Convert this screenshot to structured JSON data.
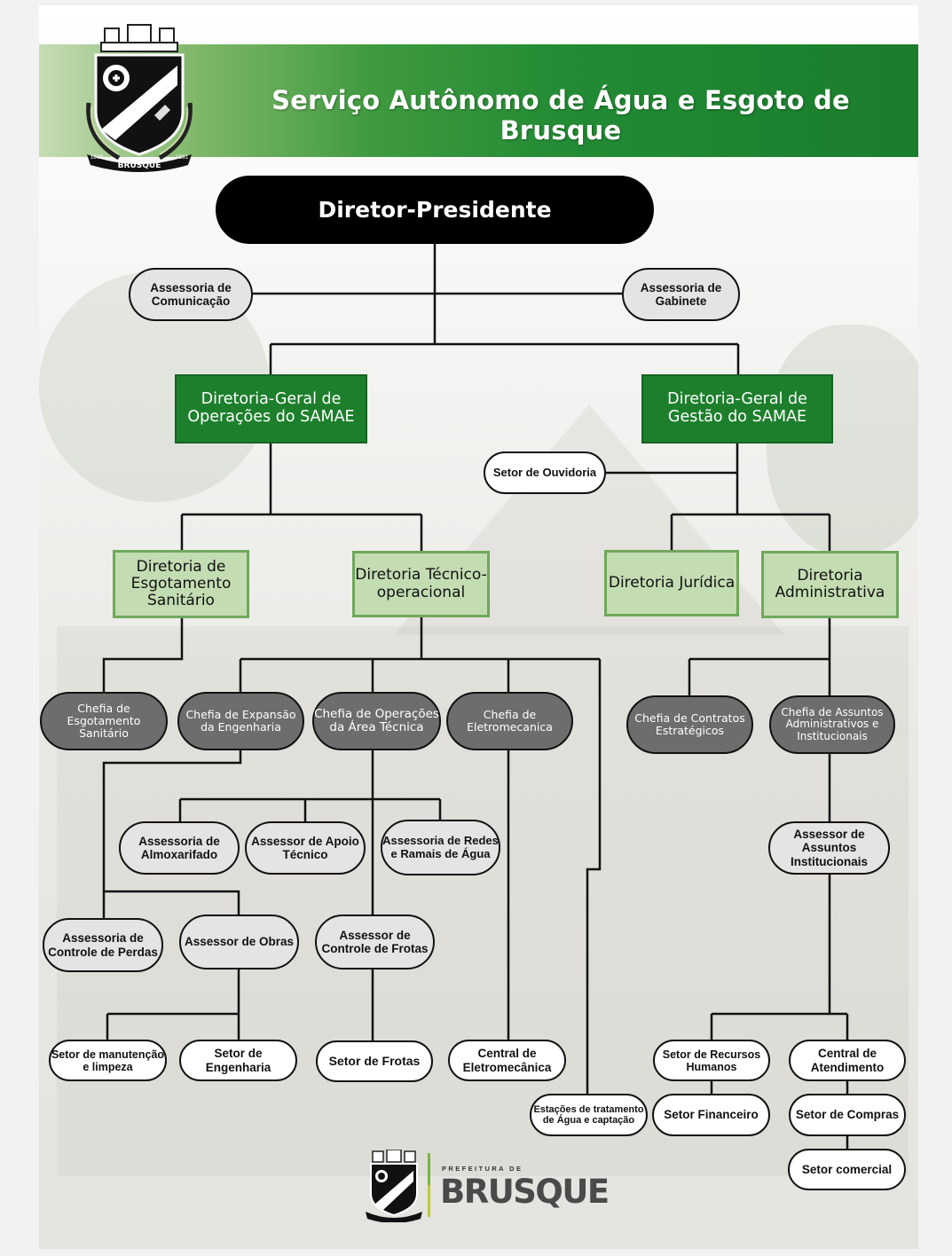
{
  "header": {
    "title": "Serviço Autônomo de Água e Esgoto de Brusque",
    "crest_text": "BRUSQUE",
    "crest_year_left": "1860",
    "crest_year_right": "1881"
  },
  "colors": {
    "header_green": "#1a7d2c",
    "director_green": "#1d7f2c",
    "diretoria_green_light": "#c3dcb2",
    "chefia_gray": "#6d6d6d",
    "assessor_gray": "#e4e4e4"
  },
  "org": {
    "president": "Diretor-Presidente",
    "assess_comunicacao": "Assessoria de Comunicação",
    "assess_gabinete": "Assessoria de Gabinete",
    "dg_operacoes": "Diretoria-Geral de Operações do SAMAE",
    "dg_gestao": "Diretoria-Geral de Gestão do SAMAE",
    "setor_ouvidoria": "Setor de Ouvidoria",
    "dir_esgotamento": "Diretoria de Esgotamento Sanitário",
    "dir_tecnico": "Diretoria Técnico-operacional",
    "dir_juridica": "Diretoria Jurídica",
    "dir_administrativa": "Diretoria Administrativa",
    "chefia_esgotamento": "Chefia de Esgotamento Sanitário",
    "chefia_expansao": "Chefia de Expansão da Engenharia",
    "chefia_operacoes": "Chefia de Operações da Área Técnica",
    "chefia_eletromecanica": "Chefia de Eletromecanica",
    "chefia_contratos": "Chefia de Contratos Estratégicos",
    "chefia_assuntos": "Chefia de Assuntos Administrativos e Institucionais",
    "assess_almoxarifado": "Assessoria de Almoxarifado",
    "assessor_apoio": "Assessor de Apoio Técnico",
    "assess_redes": "Assessoria de Redes e Ramais de Água",
    "assessor_institucionais": "Assessor de Assuntos Institucionais",
    "assess_perdas": "Assessoria de Controle de Perdas",
    "assessor_obras": "Assessor de Obras",
    "assessor_frotas": "Assessor de Controle de Frotas",
    "setor_manutencao": "Setor de manutenção e limpeza",
    "setor_engenharia": "Setor de Engenharia",
    "setor_frotas": "Setor de Frotas",
    "central_eletromecanica": "Central de Eletromecânica",
    "estacoes": "Estações de tratamento de Água e captação",
    "setor_rh": "Setor de Recursos Humanos",
    "setor_financeiro": "Setor Financeiro",
    "central_atendimento": "Central de Atendimento",
    "setor_compras": "Setor de Compras",
    "setor_comercial": "Setor comercial"
  },
  "footer": {
    "caption": "PREFEITURA DE",
    "name": "BRUSQUE"
  }
}
